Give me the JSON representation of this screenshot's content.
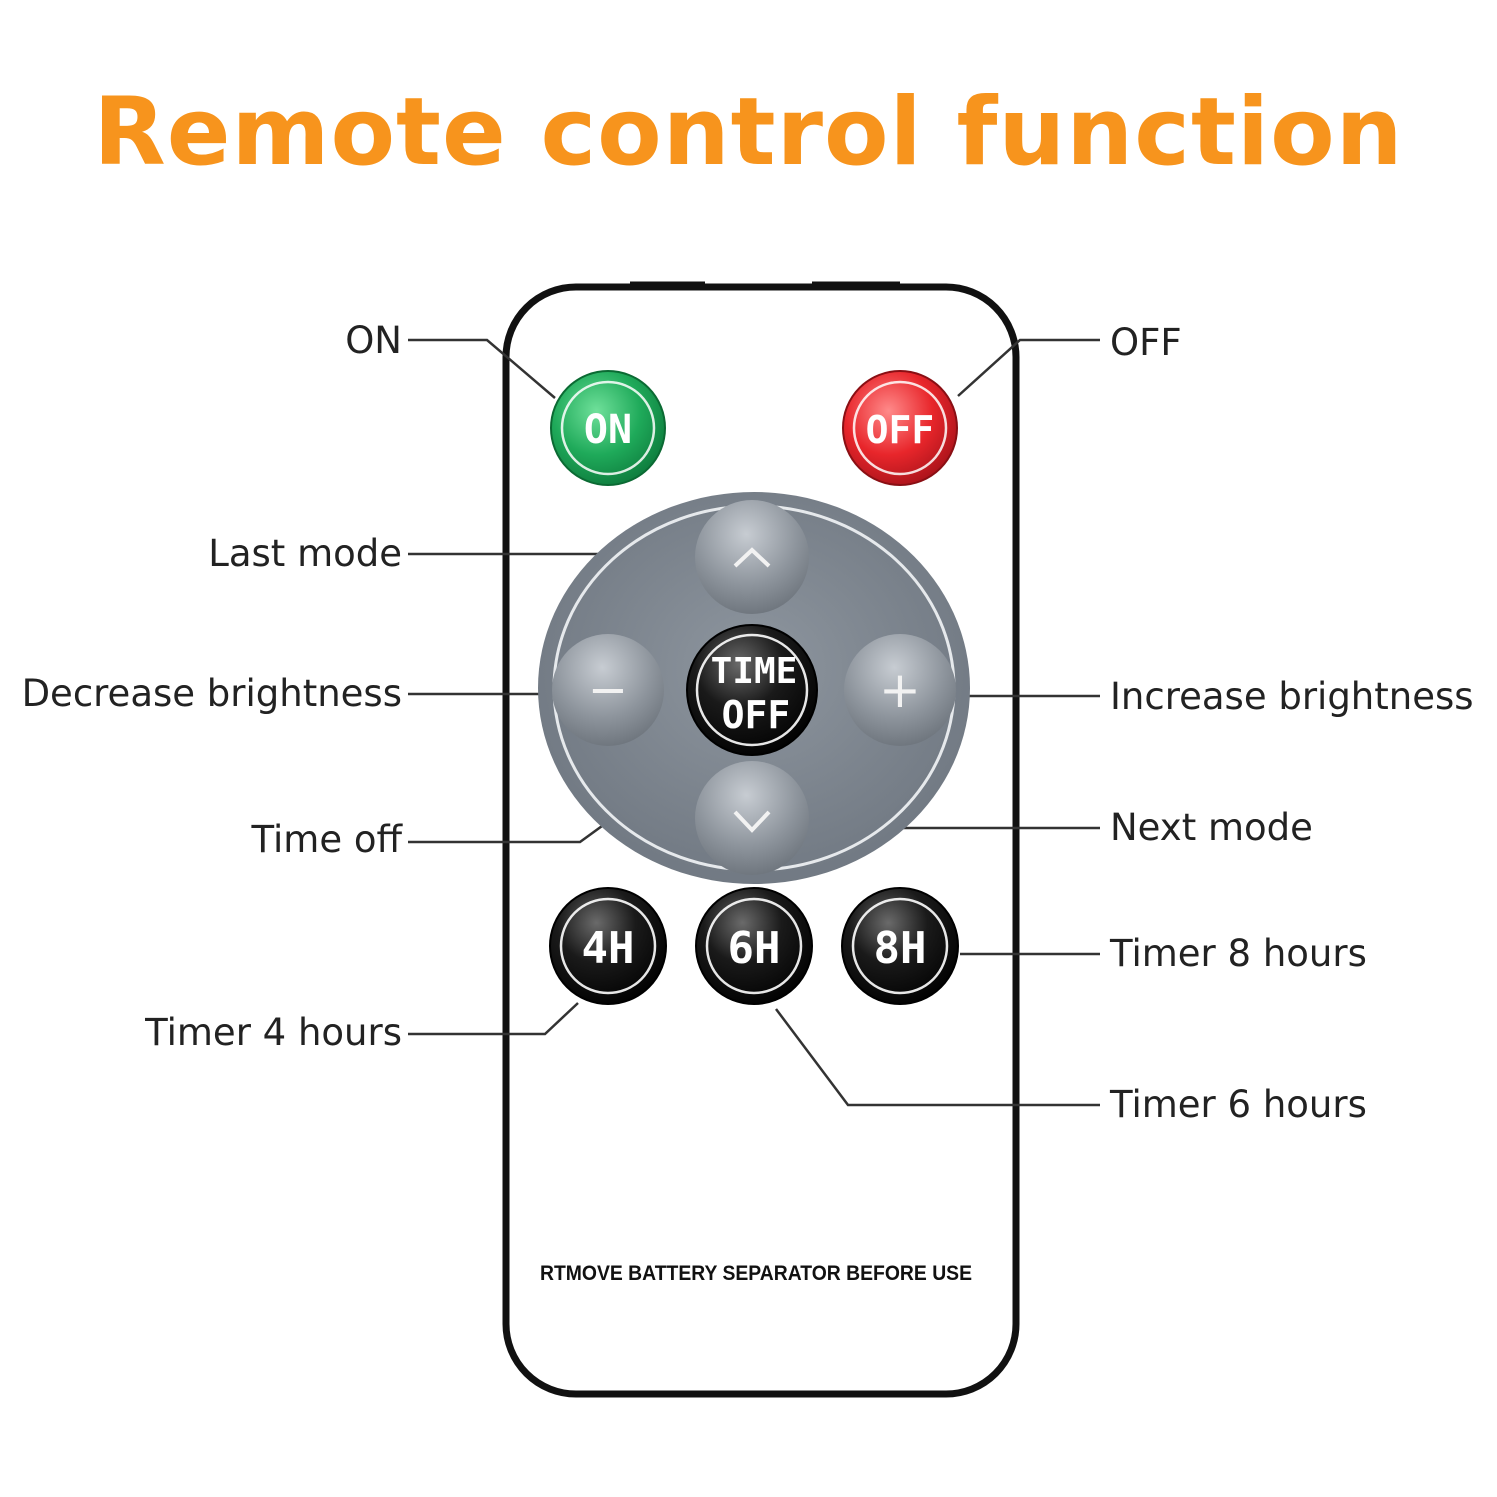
{
  "title": "Remote control function",
  "colors": {
    "title": "#F7941D",
    "on_button": "#1FAA5A",
    "off_button": "#E8262B",
    "dpad": "#7F8791",
    "dark_button": "#111111",
    "leader_line": "#333333"
  },
  "labels": {
    "on": "ON",
    "off": "OFF",
    "last_mode": "Last mode",
    "decrease_brightness": "Decrease brightness",
    "increase_brightness": "Increase brightness",
    "time_off": "Time off",
    "next_mode": "Next mode",
    "timer_8": "Timer 8 hours",
    "timer_4": "Timer 4 hours",
    "timer_6": "Timer 6 hours"
  },
  "buttons": {
    "on": "ON",
    "off": "OFF",
    "time_off_line1": "TIME",
    "time_off_line2": "OFF",
    "minus": "−",
    "plus": "+",
    "up_icon": "chevron-up-icon",
    "down_icon": "chevron-down-icon",
    "h4": "4H",
    "h6": "6H",
    "h8": "8H"
  },
  "remote_notice": "RTMOVE BATTERY SEPARATOR BEFORE USE"
}
